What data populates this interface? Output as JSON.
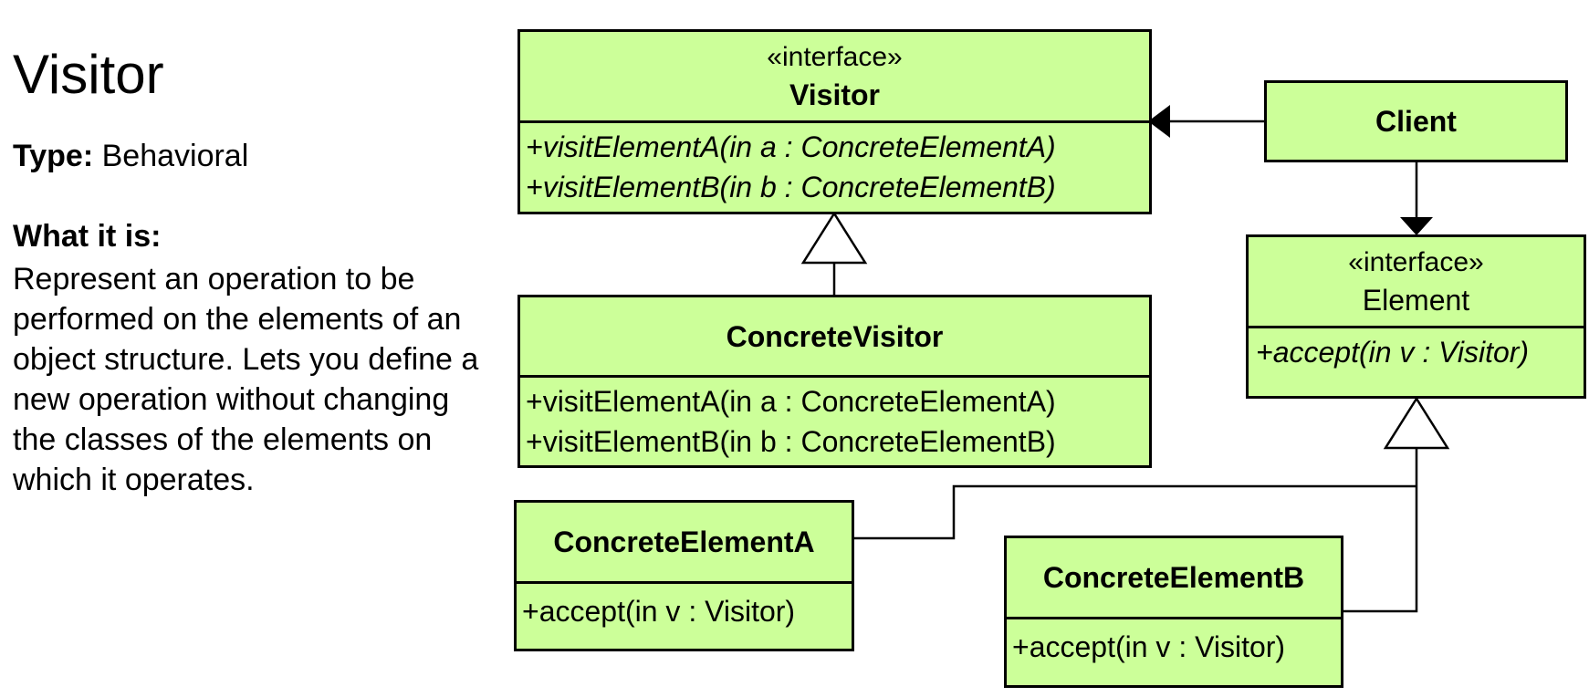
{
  "page": {
    "title": "Visitor",
    "type_label": "Type:",
    "type_value": "Behavioral",
    "what_label": "What it is:",
    "description_lines": [
      "Represent an operation to be",
      "performed on the elements of an",
      "object structure. Lets you define a",
      "new operation without changing",
      "the classes of the elements on",
      "which it operates."
    ]
  },
  "diagram": {
    "fill_color": "#ccff99",
    "line_color": "#000000",
    "visitor": {
      "stereotype": "«interface»",
      "name": "Visitor",
      "operations": [
        "+visitElementA(in a : ConcreteElementA)",
        "+visitElementB(in b : ConcreteElementB)"
      ]
    },
    "concrete_visitor": {
      "name": "ConcreteVisitor",
      "operations": [
        "+visitElementA(in a : ConcreteElementA)",
        "+visitElementB(in b : ConcreteElementB)"
      ]
    },
    "client": {
      "name": "Client"
    },
    "element": {
      "stereotype": "«interface»",
      "name": "Element",
      "operations": [
        "+accept(in v : Visitor)"
      ]
    },
    "concrete_element_a": {
      "name": "ConcreteElementA",
      "operations": [
        "+accept(in v : Visitor)"
      ]
    },
    "concrete_element_b": {
      "name": "ConcreteElementB",
      "operations": [
        "+accept(in v : Visitor)"
      ]
    }
  }
}
